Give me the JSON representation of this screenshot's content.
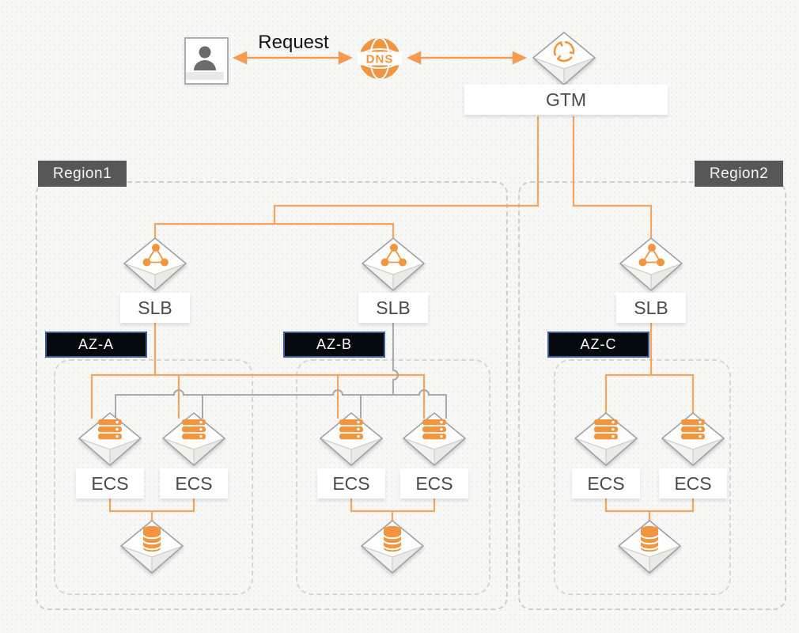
{
  "flow": {
    "request_label": "Request",
    "dns_label": "DNS"
  },
  "gtm": {
    "label": "GTM"
  },
  "regions": [
    {
      "label": "Region1"
    },
    {
      "label": "Region2"
    }
  ],
  "az_badges": [
    {
      "label": "AZ-A"
    },
    {
      "label": "AZ-B"
    },
    {
      "label": "AZ-C"
    }
  ],
  "slb_nodes": [
    {
      "label": "SLB"
    },
    {
      "label": "SLB"
    },
    {
      "label": "SLB"
    }
  ],
  "ecs_nodes": [
    {
      "label": "ECS"
    },
    {
      "label": "ECS"
    },
    {
      "label": "ECS"
    },
    {
      "label": "ECS"
    },
    {
      "label": "ECS"
    },
    {
      "label": "ECS"
    }
  ],
  "colors": {
    "line_orange": "#F7A45C",
    "icon_orange": "#F2953F",
    "line_gray": "#A9A9A9",
    "dashed_border": "#CECECD",
    "region_badge_bg": "#575757",
    "az_badge_bg": "#07090E",
    "az_badge_border": "#3A5E96",
    "label_text": "#4A4A4A"
  }
}
